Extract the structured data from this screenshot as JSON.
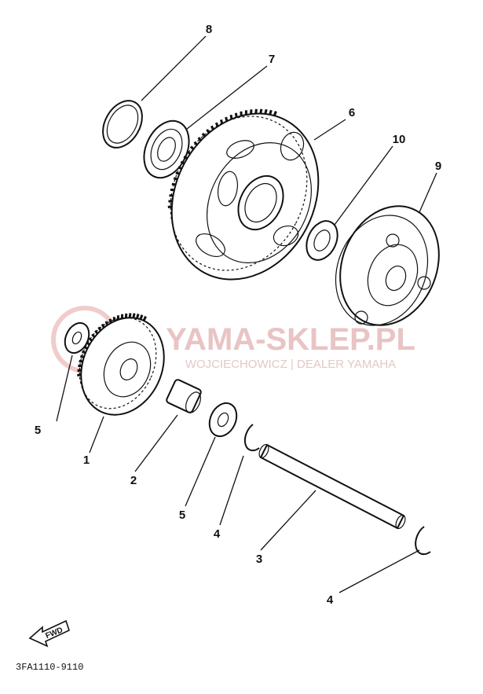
{
  "callouts": {
    "c1": "1",
    "c2": "2",
    "c3": "3",
    "c4a": "4",
    "c4b": "4",
    "c5a": "5",
    "c5b": "5",
    "c6": "6",
    "c7": "7",
    "c8": "8",
    "c9": "9",
    "c10": "10"
  },
  "fwd_label": "FWD",
  "diagram_code": "3FA1110-9110",
  "watermark": {
    "main": "YAMA-SKLEP.PL",
    "sub": "WOJCIECHOWICZ | DEALER YAMAHA"
  }
}
